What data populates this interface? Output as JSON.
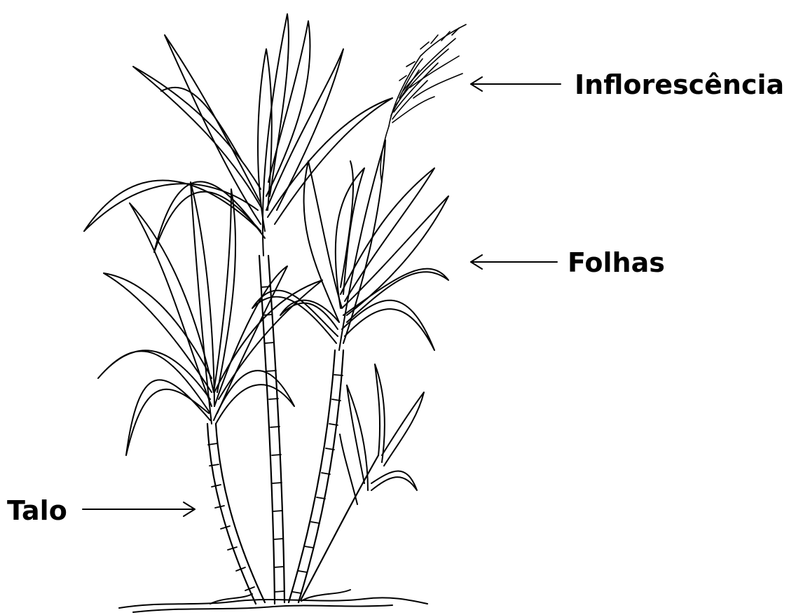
{
  "labels": {
    "inflorescence": "Inflorescência",
    "leaves": "Folhas",
    "stalk": "Talo"
  },
  "colors": {
    "ink": "#000000",
    "background": "#ffffff"
  }
}
